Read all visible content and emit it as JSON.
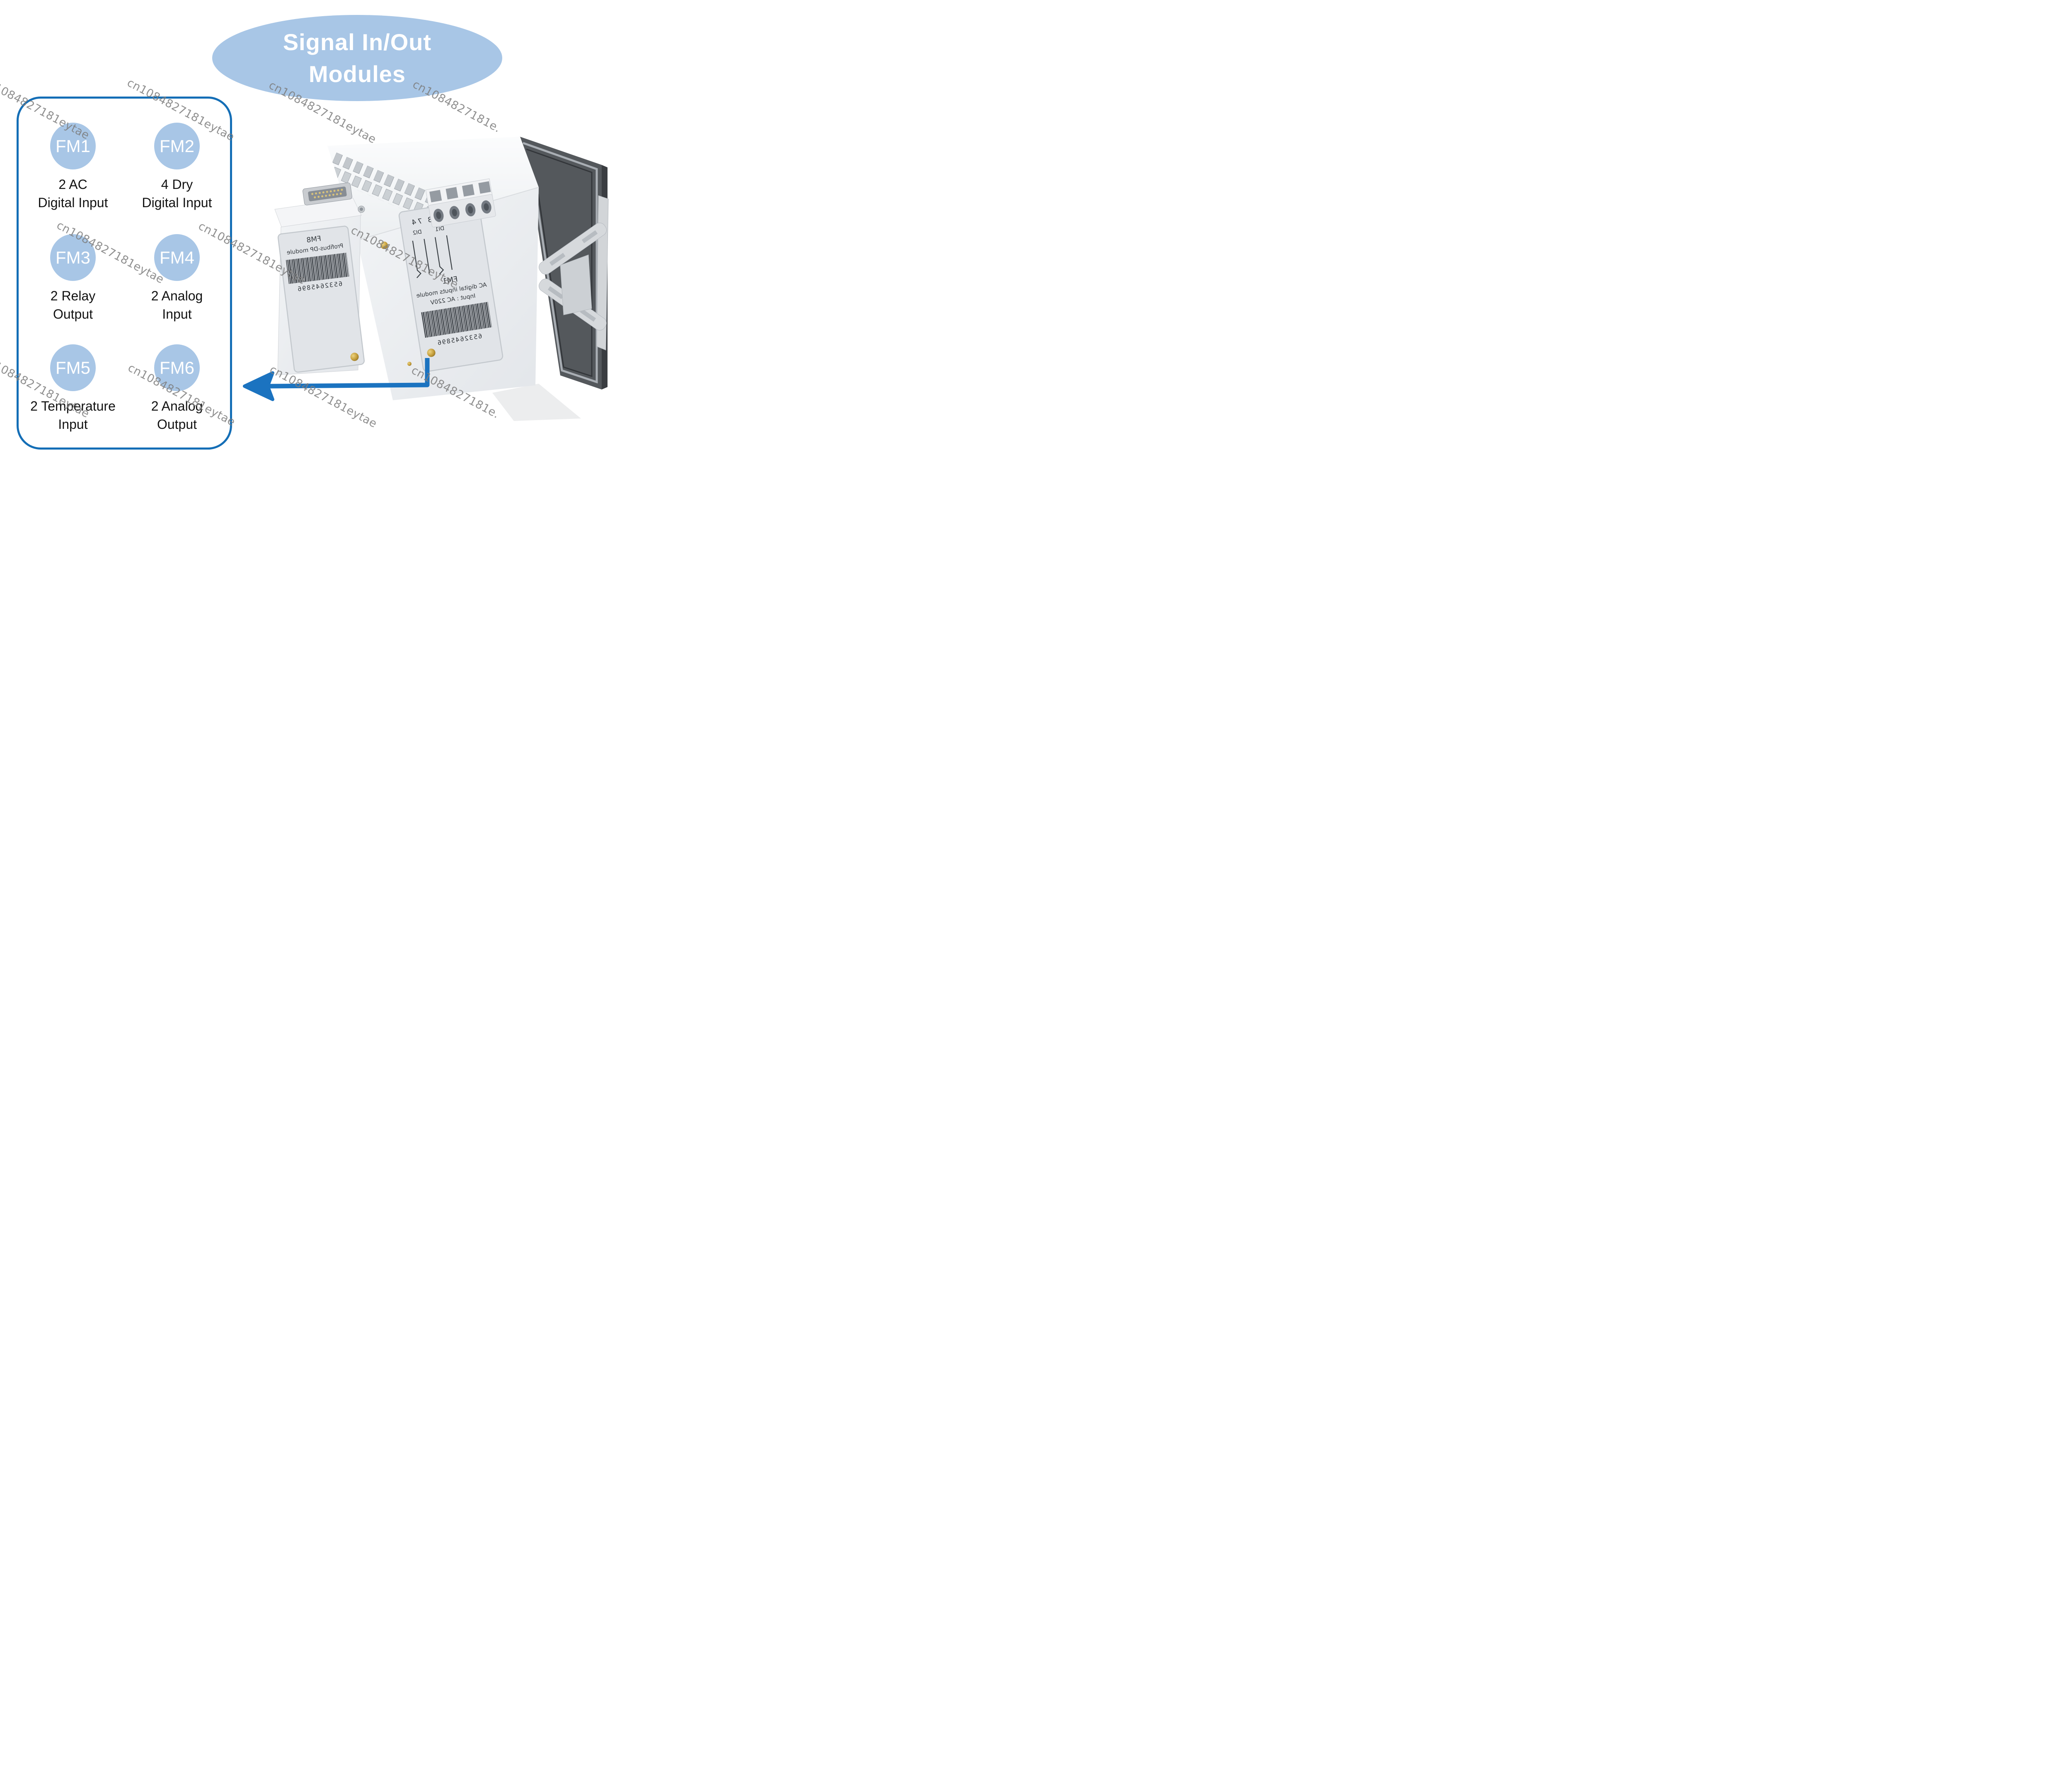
{
  "title": {
    "line1": "Signal In/Out",
    "line2": "Modules"
  },
  "modules_panel": {
    "items": [
      {
        "id": "FM1",
        "desc1": "2 AC",
        "desc2": "Digital Input"
      },
      {
        "id": "FM2",
        "desc1": "4 Dry",
        "desc2": "Digital Input"
      },
      {
        "id": "FM3",
        "desc1": "2 Relay",
        "desc2": "Output"
      },
      {
        "id": "FM4",
        "desc1": "2 Analog",
        "desc2": "Input"
      },
      {
        "id": "FM5",
        "desc1": "2 Temperature",
        "desc2": "Input"
      },
      {
        "id": "FM6",
        "desc1": "2 Analog",
        "desc2": "Output"
      }
    ]
  },
  "watermark": {
    "full": "cn1084827181eytae",
    "short": "cn1084827181e."
  },
  "device": {
    "fm1_module": {
      "name": "FM1",
      "desc": "AC digital inputs module",
      "input": "Input : AC 220V",
      "barcode": "6532645896",
      "terminals": "71 72 73 74",
      "di1": "DI1",
      "di2": "DI2"
    },
    "fm8_module": {
      "name": "FM8",
      "desc": "Profibus-DP module",
      "barcode": "6532645896"
    }
  },
  "colors": {
    "accent_blue": "#146eb6",
    "bubble_blue": "#a8c6e6",
    "arrow_blue": "#1b73c0"
  }
}
